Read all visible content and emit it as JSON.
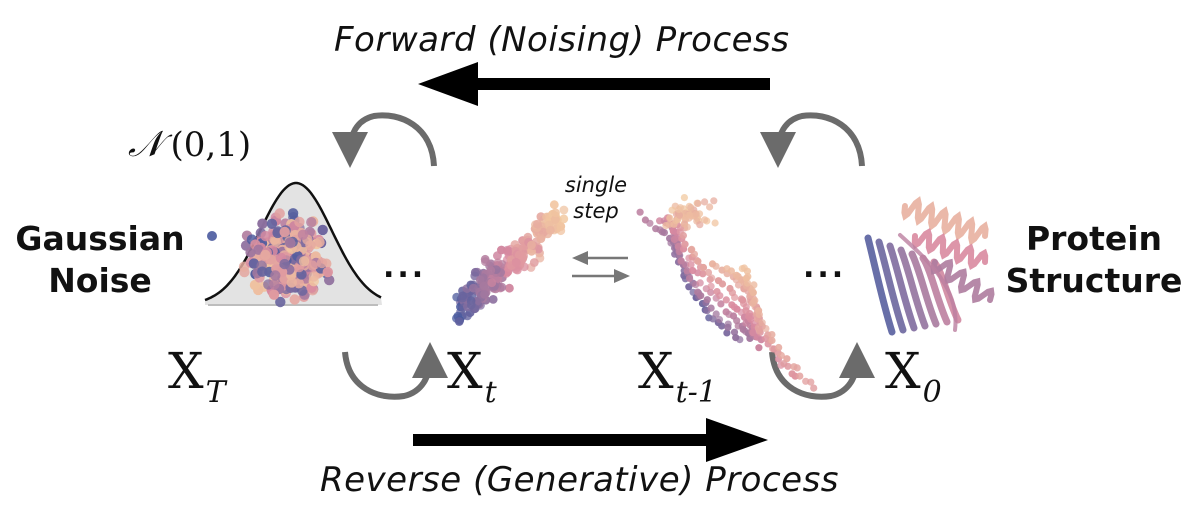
{
  "processes": {
    "forward": "Forward (Noising) Process",
    "reverse": "Reverse (Generative) Process"
  },
  "left_label": {
    "line1": "Gaussian",
    "line2": "Noise"
  },
  "right_label": {
    "line1": "Protein",
    "line2": "Structure"
  },
  "distribution": {
    "symbol": "𝒩",
    "params": "(0,1)"
  },
  "single_step": {
    "line1": "single",
    "line2": "step"
  },
  "ellipsis": "...",
  "states": [
    {
      "main": "X",
      "sub": "T"
    },
    {
      "main": "X",
      "sub": "t"
    },
    {
      "main": "X",
      "sub": "t-1"
    },
    {
      "main": "X",
      "sub": "0"
    }
  ],
  "colors": {
    "big_arrow": "#000000",
    "curved_arrow": "#6b6b6b",
    "small_arrow": "#777777",
    "bell_fill": "#d9d9d9",
    "particle_blue": "#4a5a9e",
    "particle_pink": "#d98aa0",
    "particle_peach": "#f2c9a0"
  }
}
